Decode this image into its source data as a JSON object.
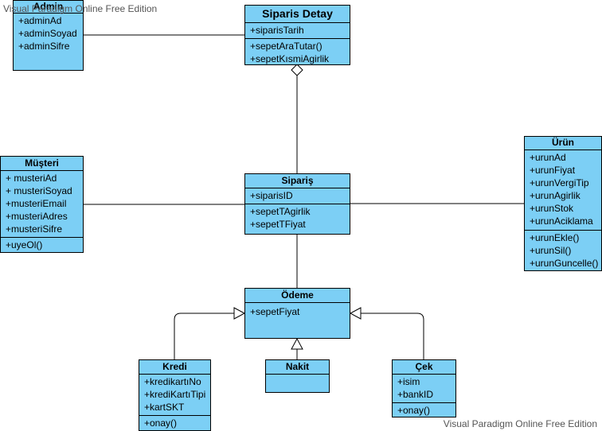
{
  "watermark": {
    "top": "Visual Paradigm Online Free Edition",
    "bottom": "Visual Paradigm Online Free Edition"
  },
  "classes": {
    "admin": {
      "name": "Admin",
      "attributes": [
        "+adminAd",
        "+adminSoyad",
        "+adminSifre"
      ]
    },
    "siparis_detay": {
      "name": "Siparis Detay",
      "attributes": [
        "+siparisTarih"
      ],
      "methods": [
        "+sepetAraTutar()",
        "+sepetKısmiAgirlik"
      ]
    },
    "musteri": {
      "name": "Müşteri",
      "attributes": [
        "+ musteriAd",
        "+ musteriSoyad",
        "+musteriEmail",
        "+musteriAdres",
        "+musteriSifre"
      ],
      "methods": [
        "+uyeOl()"
      ]
    },
    "siparis": {
      "name": "Sipariş",
      "attributes": [
        "+siparisID"
      ],
      "methods": [
        "+sepetTAgirlik",
        "+sepetTFiyat"
      ]
    },
    "urun": {
      "name": "Ürün",
      "attributes": [
        "+urunAd",
        "+urunFiyat",
        "+urunVergiTip",
        "+urunAgirlik",
        "+urunStok",
        "+urunAciklama"
      ],
      "methods": [
        "+urunEkle()",
        "+urunSil()",
        "+urunGuncelle()"
      ]
    },
    "odeme": {
      "name": "Ödeme",
      "attributes": [
        "+sepetFiyat"
      ]
    },
    "kredi": {
      "name": "Kredi",
      "attributes": [
        "+kredikartıNo",
        "+krediKartıTipi",
        "+kartSKT"
      ],
      "methods": [
        "+onay()"
      ]
    },
    "nakit": {
      "name": "Nakit",
      "attributes": []
    },
    "cek": {
      "name": "Çek",
      "attributes": [
        "+isim",
        "+bankID"
      ],
      "methods": [
        "+onay()"
      ]
    }
  },
  "colors": {
    "class_fill": "#7ccff5",
    "line": "#000000"
  }
}
